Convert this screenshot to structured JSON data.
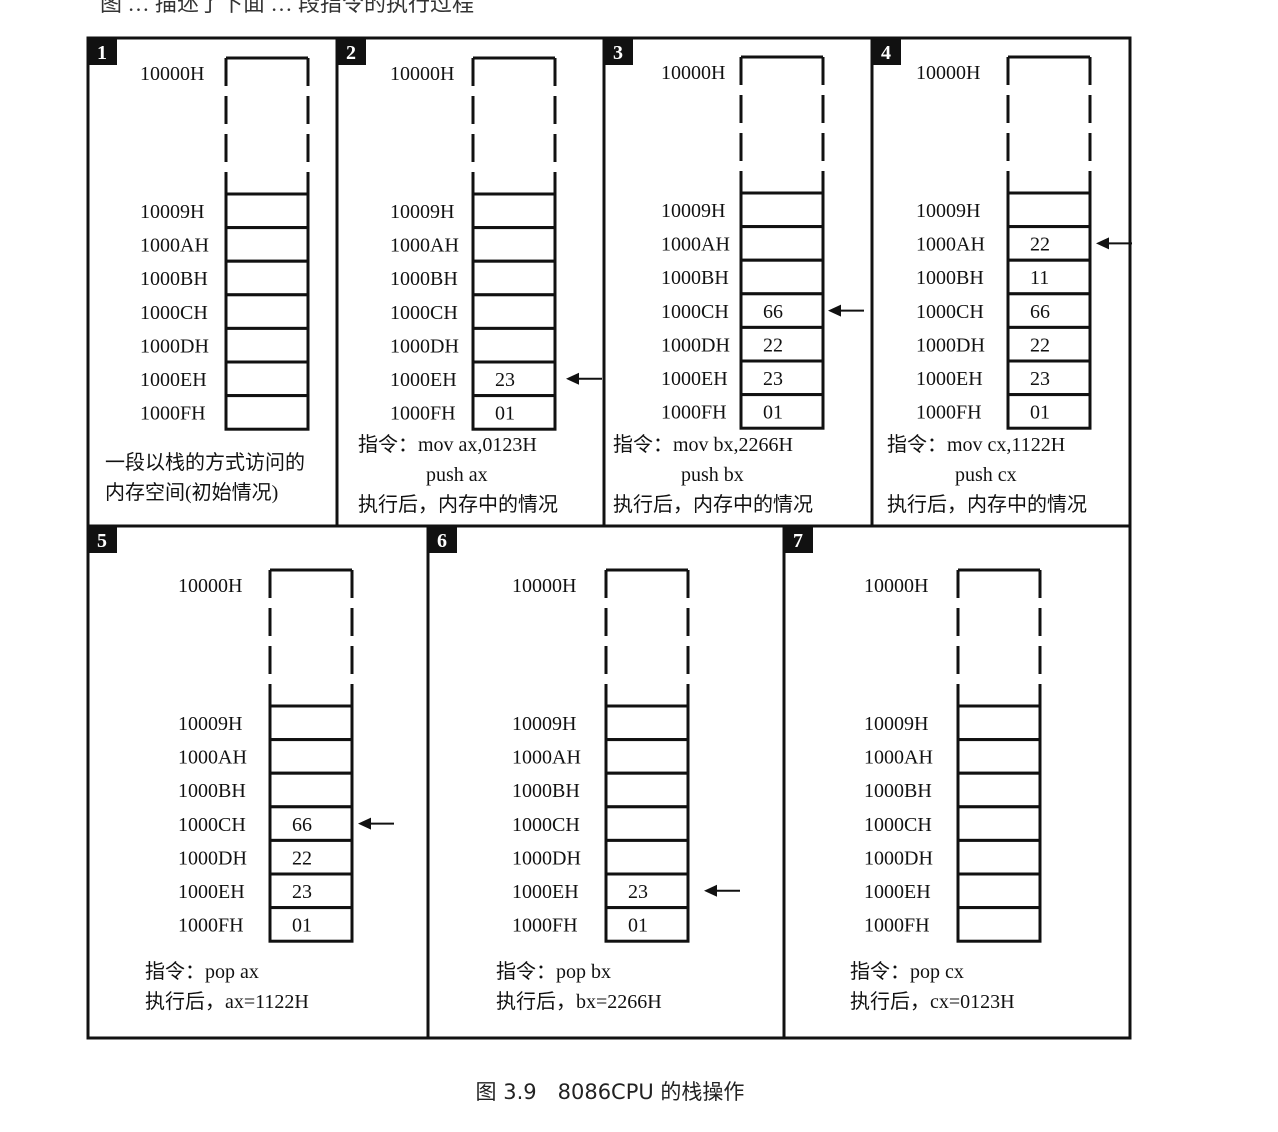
{
  "top_fragment": "图 … 描述了下面 … 段指令的执行过程",
  "figure_caption": "图 3.9　8086CPU 的栈操作",
  "addresses": [
    "10009H",
    "1000AH",
    "1000BH",
    "1000CH",
    "1000DH",
    "1000EH",
    "1000FH"
  ],
  "top_address": "10000H",
  "panels": [
    {
      "number": "1",
      "cells": [
        "",
        "",
        "",
        "",
        "",
        "",
        ""
      ],
      "pointer_index": null,
      "text": [
        "一段以栈的方式访问的",
        "内存空间(初始情况)"
      ]
    },
    {
      "number": "2",
      "cells": [
        "",
        "",
        "",
        "",
        "",
        "23",
        "01"
      ],
      "pointer_index": 5,
      "text": [
        "指令：mov ax,0123H",
        "push ax",
        "执行后，内存中的情况"
      ]
    },
    {
      "number": "3",
      "cells": [
        "",
        "",
        "",
        "66",
        "22",
        "23",
        "01"
      ],
      "pointer_index": 3,
      "text": [
        "指令：mov bx,2266H",
        "push bx",
        "执行后，内存中的情况"
      ]
    },
    {
      "number": "4",
      "cells": [
        "",
        "22",
        "11",
        "66",
        "22",
        "23",
        "01"
      ],
      "pointer_index": 1,
      "text": [
        "指令：mov cx,1122H",
        "push cx",
        "执行后，内存中的情况"
      ]
    },
    {
      "number": "5",
      "cells": [
        "",
        "",
        "",
        "66",
        "22",
        "23",
        "01"
      ],
      "pointer_index": 3,
      "text": [
        "指令：pop ax",
        "执行后，ax=1122H"
      ]
    },
    {
      "number": "6",
      "cells": [
        "",
        "",
        "",
        "",
        "",
        "23",
        "01"
      ],
      "pointer_index": 5,
      "text": [
        "指令：pop bx",
        "执行后，bx=2266H"
      ]
    },
    {
      "number": "7",
      "cells": [
        "",
        "",
        "",
        "",
        "",
        "",
        ""
      ],
      "pointer_index": null,
      "text": [
        "指令：pop cx",
        "执行后，cx=0123H"
      ]
    }
  ]
}
